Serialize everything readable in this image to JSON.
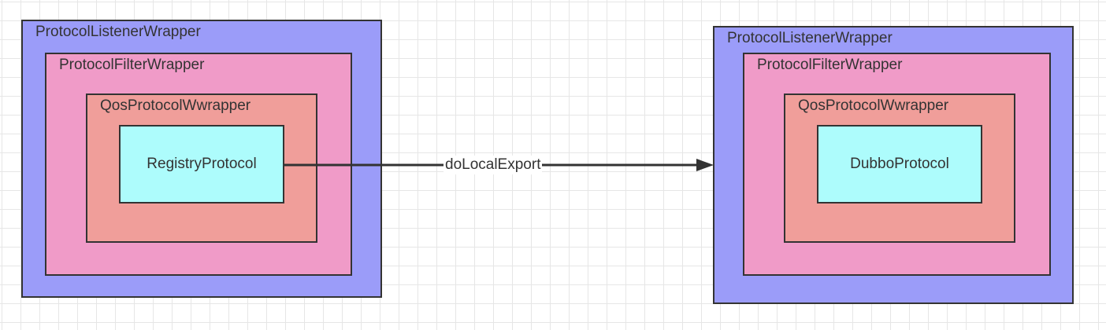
{
  "colors": {
    "listener_fill": "#9b9cf9",
    "filter_fill": "#f09bc8",
    "qos_fill": "#f09e9a",
    "core_fill": "#adfcfc",
    "stroke": "#333333",
    "grid": "#e6e6e6"
  },
  "left_stack": {
    "listener_label": "ProtocolListenerWrapper",
    "filter_label": "ProtocolFilterWrapper",
    "qos_label": "QosProtocolWwrapper",
    "core_label": "RegistryProtocol"
  },
  "right_stack": {
    "listener_label": "ProtocolListenerWrapper",
    "filter_label": "ProtocolFilterWrapper",
    "qos_label": "QosProtocolWwrapper",
    "core_label": "DubboProtocol"
  },
  "edge": {
    "label": "doLocalExport"
  }
}
